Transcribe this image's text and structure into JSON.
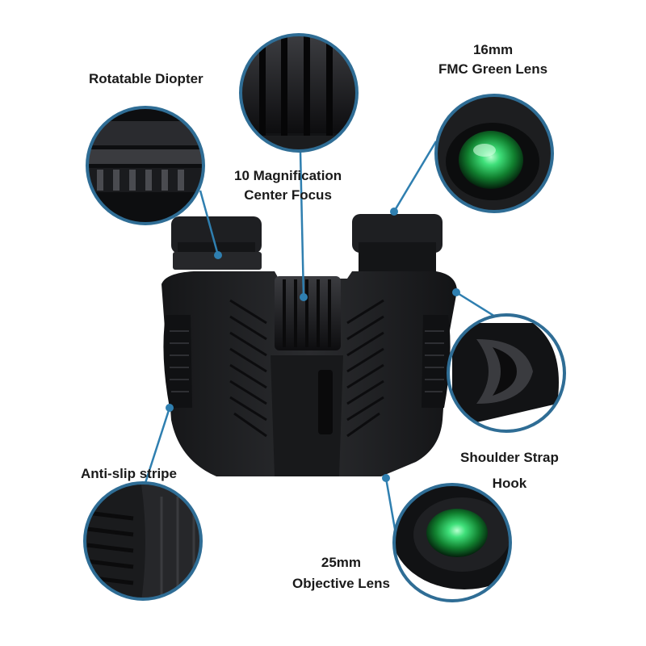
{
  "colors": {
    "background": "#ffffff",
    "callout_ring": "#2f6d95",
    "leader_line": "#2f7fb0",
    "body": "#1b1c1e",
    "lens_green": "#27c25a"
  },
  "callouts": {
    "diopter": {
      "lines": [
        "Rotatable Diopter"
      ]
    },
    "center_focus": {
      "lines": [
        "10 Magnification",
        "Center Focus"
      ]
    },
    "green_lens": {
      "lines": [
        "16mm",
        "FMC Green Lens"
      ]
    },
    "strap_hook": {
      "lines": [
        "Shoulder Strap",
        "Hook"
      ]
    },
    "anti_slip": {
      "lines": [
        "Anti-slip stripe"
      ]
    },
    "objective_lens": {
      "lines": [
        "25mm",
        "Objective Lens"
      ]
    }
  }
}
